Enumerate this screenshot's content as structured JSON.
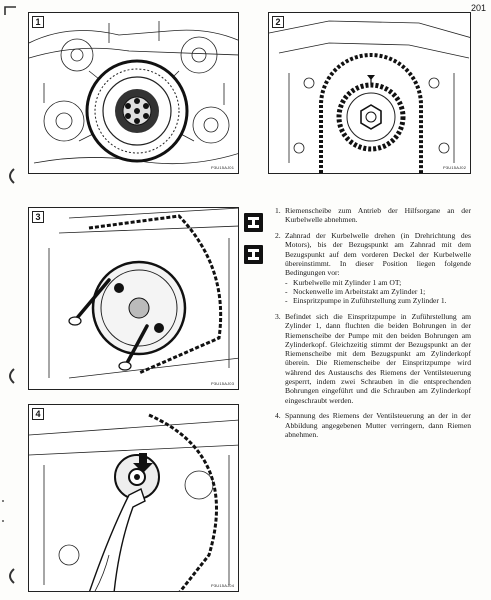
{
  "page": {
    "number": "201"
  },
  "figures": [
    {
      "number": "1",
      "code": "P3U15AJ01",
      "icon": "crankshaft-pulley-illustration"
    },
    {
      "number": "2",
      "code": "P3U15AJ02",
      "icon": "crankshaft-gear-illustration"
    },
    {
      "number": "3",
      "code": "P3U15AJ03",
      "icon": "injection-pump-pins-illustration"
    },
    {
      "number": "4",
      "code": "P3U15AJ04",
      "icon": "belt-tensioner-illustration"
    }
  ],
  "tool_icons": [
    "service-tool-icon",
    "service-tool-icon"
  ],
  "steps": [
    {
      "num": "1.",
      "text": "Riemenscheibe zum Antrieb der Hilfsorgane an der Kurbelwelle abnehmen."
    },
    {
      "num": "2.",
      "text": "Zahnrad der Kurbelwelle drehen (in Drehrichtung des Motors), bis der Bezugspunkt am Zahnrad mit dem Bezugspunkt auf dem vorderen Deckel der Kurbelwelle übereinstimmt. In dieser Position liegen folgende Bedingungen vor:",
      "bullets": [
        "Kurbelwelle mit Zylinder 1 am OT;",
        "Nockenwelle im Arbeitstakt am Zylinder 1;",
        "Einspritzpumpe in Zuführstellung zum Zylinder 1."
      ]
    },
    {
      "num": "3.",
      "text": "Befindet sich die Einspritzpumpe in Zuführstellung am Zylinder 1, dann fluchten die beiden Bohrungen in der Riemenscheibe der Pumpe mit den beiden Bohrungen am Zylinderkopf. Gleichzeitig stimmt der Bezugspunkt an der Riemenscheibe mit dem Bezugspunkt am Zylinderkopf überein. Die Riemenscheibe der Einspritzpumpe wird während des Austauschs des Riemens der Ventilsteuerung gesperrt, indem zwei Schrauben in die entsprechenden Bohrungen eingeführt und die Schrauben am Zylinderkopf eingeschraubt werden."
    },
    {
      "num": "4.",
      "text": "Spannung des Riemens der Ventilsteuerung an der in der Abbildung angegebenen Mutter verringern, dann Riemen abnehmen."
    }
  ]
}
